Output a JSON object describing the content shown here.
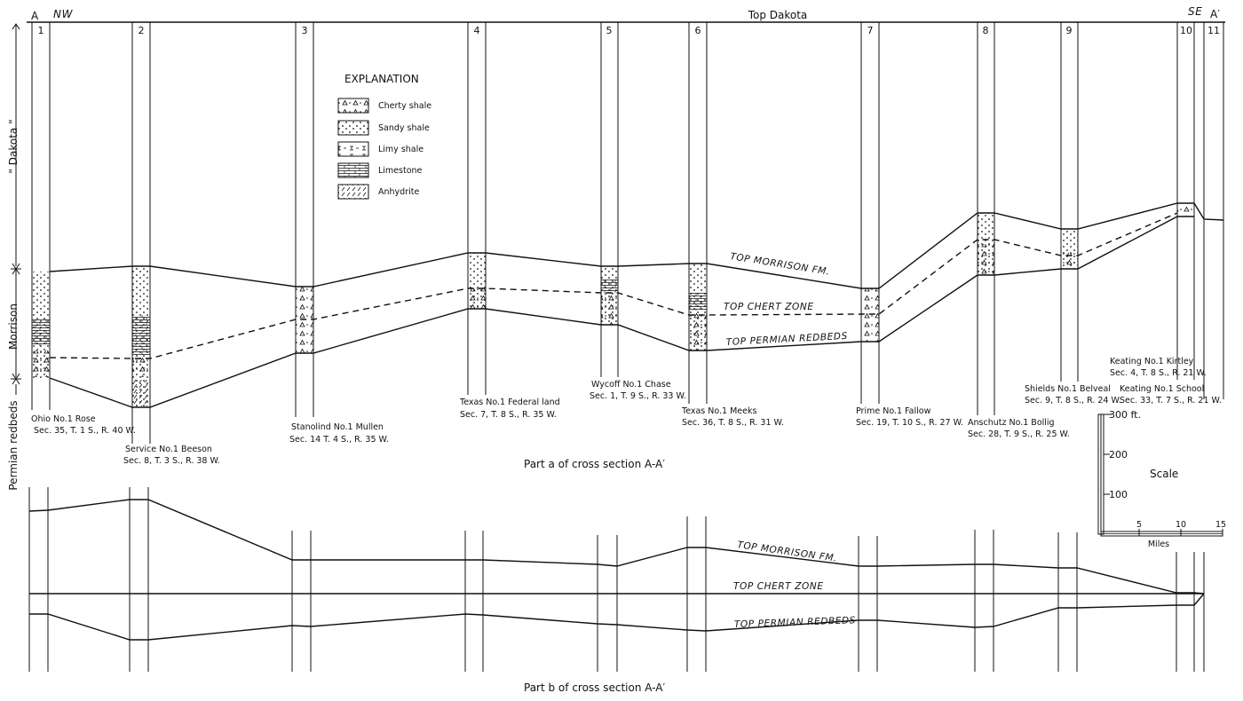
{
  "title": "Top Dakota",
  "end_labels": {
    "left_letter": "A",
    "left_dir": "NW",
    "right_dir": "SE",
    "right_letter": "A′"
  },
  "side_labels": {
    "dakota": "\" Dakota \"",
    "morrison": "Morrison",
    "permian": "Permian   redbeds"
  },
  "wells": [
    {
      "num": "1",
      "name": "Ohio No.1 Rose",
      "loc": "Sec. 35, T. 1 S., R. 40 W."
    },
    {
      "num": "2",
      "name": "Service No.1 Beeson",
      "loc": "Sec. 8, T. 3 S., R. 38 W."
    },
    {
      "num": "3",
      "name": "Stanolind No.1 Mullen",
      "loc": "Sec. 14 T. 4 S., R. 35 W."
    },
    {
      "num": "4",
      "name": "Texas No.1 Federal land",
      "loc": "Sec. 7, T. 8 S., R. 35 W."
    },
    {
      "num": "5",
      "name": "Wycoff No.1 Chase",
      "loc": "Sec. 1, T. 9 S., R. 33 W."
    },
    {
      "num": "6",
      "name": "Texas No.1 Meeks",
      "loc": "Sec. 36, T. 8 S., R. 31 W."
    },
    {
      "num": "7",
      "name": "Prime No.1 Fallow",
      "loc": "Sec. 19, T. 10 S., R. 27 W."
    },
    {
      "num": "8",
      "name": "Anschutz No.1 Bollig",
      "loc": "Sec. 28, T. 9 S., R. 25 W."
    },
    {
      "num": "9",
      "name": "Shields No.1 Belveal",
      "loc": "Sec. 9, T. 8 S., R. 24 W."
    },
    {
      "num": "10",
      "name": "Keating No.1 Kirtley",
      "loc": "Sec. 4, T. 8 S., R. 21 W."
    },
    {
      "num": "11",
      "name": "Keating No.1 School",
      "loc": "Sec. 33, T. 7 S., R. 21 W."
    }
  ],
  "explanation": {
    "title": "EXPLANATION",
    "items": [
      {
        "label": "Cherty shale",
        "pattern": "triangles"
      },
      {
        "label": "Sandy shale",
        "pattern": "dots"
      },
      {
        "label": "Limy shale",
        "pattern": "limy"
      },
      {
        "label": "Limestone",
        "pattern": "bricks"
      },
      {
        "label": "Anhydrite",
        "pattern": "hatch"
      }
    ]
  },
  "horizon_labels": {
    "morrison": "TOP MORRISON FM.",
    "chert": "TOP CHERT ZONE",
    "permian": "TOP PERMIAN REDBEDS"
  },
  "captions": {
    "part_a": "Part a of cross section A-A′",
    "part_b": "Part b of cross section A-A′"
  },
  "scale": {
    "title": "Scale",
    "vertical_ticks": [
      "300 ft.",
      "200",
      "100"
    ],
    "horizontal_ticks": [
      "5",
      "10",
      "15"
    ],
    "horizontal_unit": "Miles"
  }
}
